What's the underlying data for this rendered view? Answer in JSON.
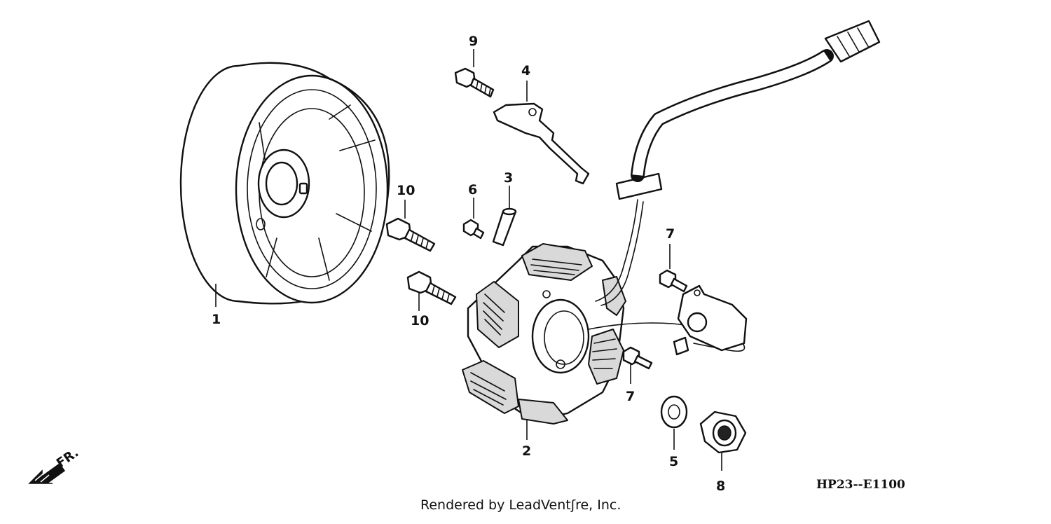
{
  "diagram": {
    "callouts": {
      "flywheel": "1",
      "stator": "2",
      "dowel_pin": "3",
      "wire_clamp": "4",
      "washer": "5",
      "bolt_small": "6",
      "bolt_top": "7",
      "bolt_bottom": "7",
      "nut": "8",
      "bolt_clamp": "9",
      "bolt_upper": "10",
      "bolt_lower": "10"
    },
    "direction_label": "FR.",
    "diagram_code": "HP23--E1100",
    "credit": "Rendered by LeadVentʃre, Inc."
  }
}
